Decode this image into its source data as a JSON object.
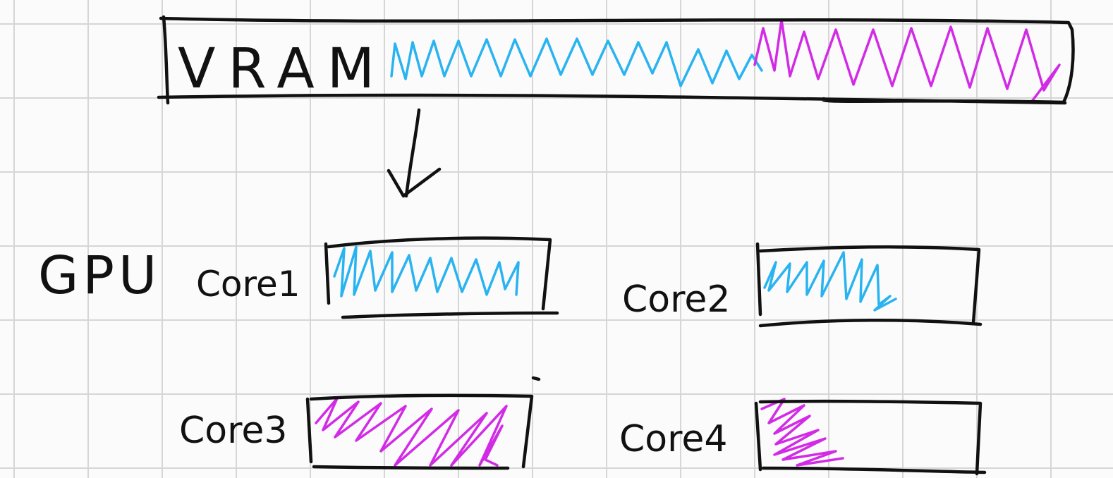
{
  "diagram": {
    "vram_label": "VRAM",
    "gpu_label": "GPU",
    "cores": [
      {
        "label": "Core1",
        "fill": "blue"
      },
      {
        "label": "Core2",
        "fill": "blue"
      },
      {
        "label": "Core3",
        "fill": "magenta"
      },
      {
        "label": "Core4",
        "fill": "magenta"
      }
    ]
  },
  "colors": {
    "background": "#fbfbfb",
    "grid": "#d6d6d6",
    "ink": "#111111",
    "blue": "#29b3f0",
    "magenta": "#d22be6"
  }
}
